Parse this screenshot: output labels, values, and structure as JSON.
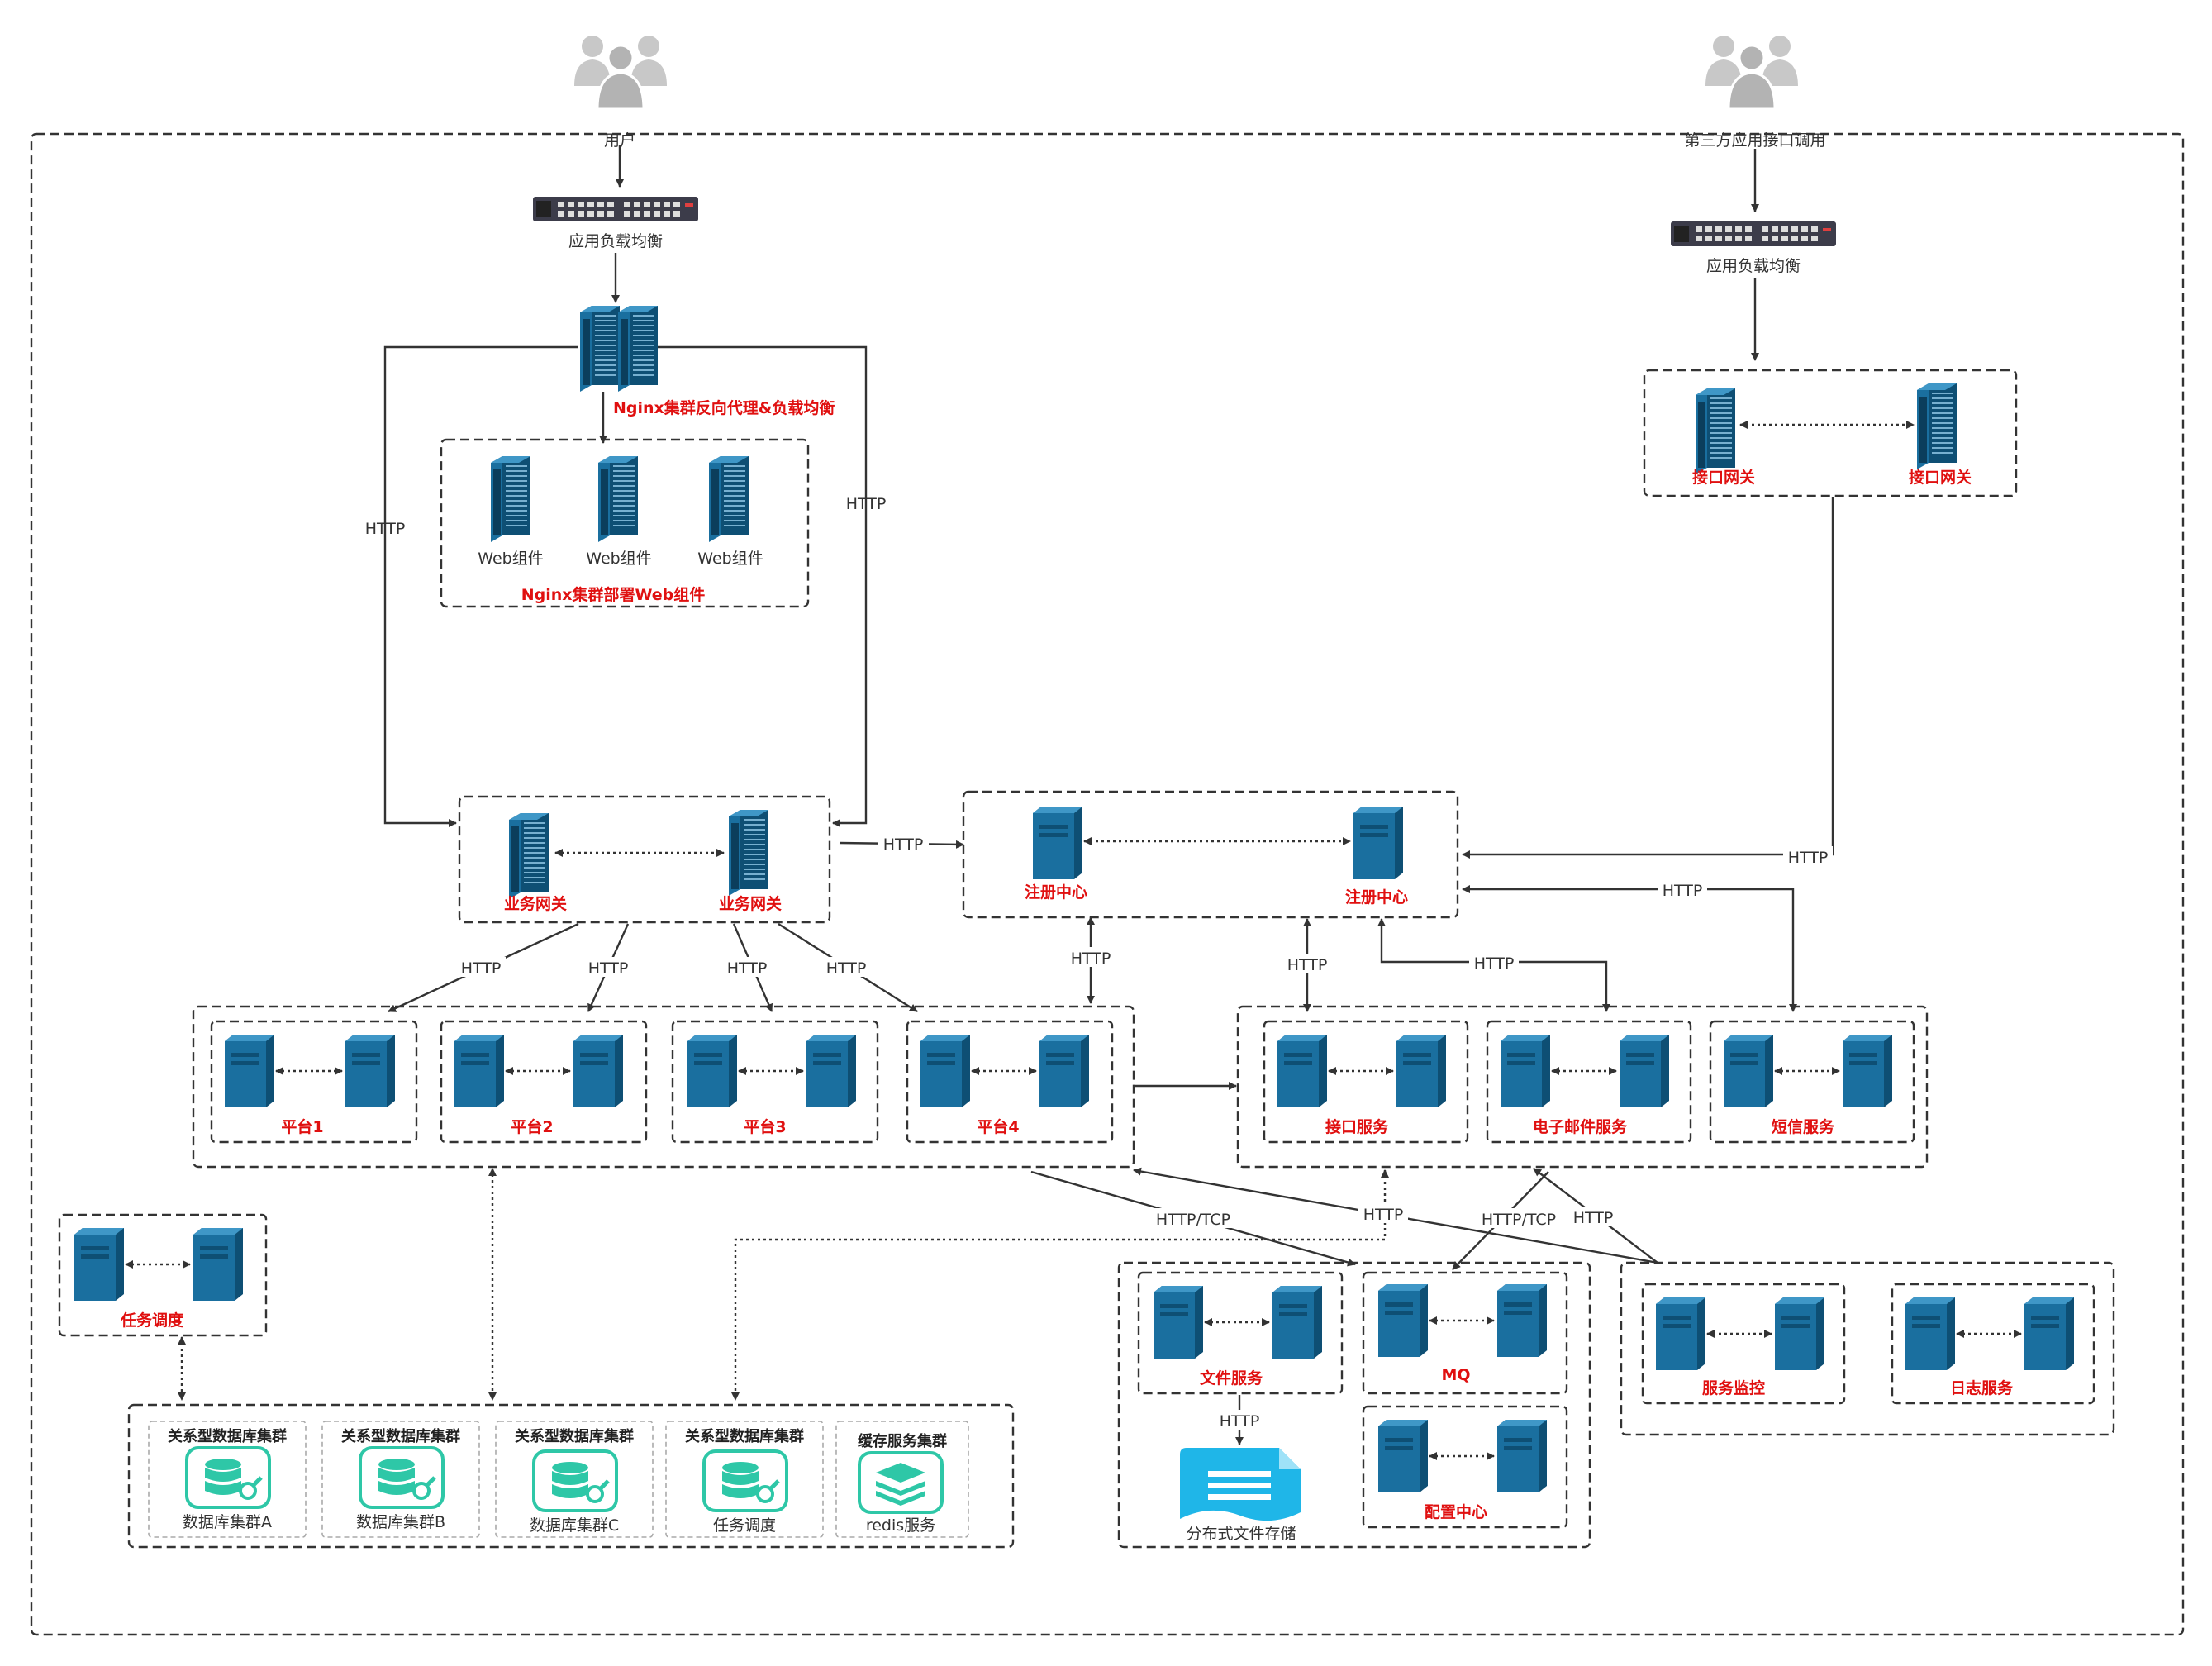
{
  "labels": {
    "user": "用户",
    "third_party": "第三方应用接口调用",
    "lb_left": "应用负载均衡",
    "lb_right": "应用负载均衡",
    "nginx_proxy": "Nginx集群反向代理&负载均衡",
    "web1": "Web组件",
    "web2": "Web组件",
    "web3": "Web组件",
    "nginx_web": "Nginx集群部署Web组件",
    "gw_api_1": "接口网关",
    "gw_api_2": "接口网关",
    "gw_biz_1": "业务网关",
    "gw_biz_2": "业务网关",
    "reg_1": "注册中心",
    "reg_2": "注册中心",
    "platform1": "平台1",
    "platform2": "平台2",
    "platform3": "平台3",
    "platform4": "平台4",
    "svc_interface": "接口服务",
    "svc_email": "电子邮件服务",
    "svc_sms": "短信服务",
    "task_schedule": "任务调度",
    "svc_file": "文件服务",
    "svc_mq": "MQ",
    "svc_config": "配置中心",
    "svc_monitor": "服务监控",
    "svc_log": "日志服务",
    "dfs": "分布式文件存储",
    "db_title_a": "关系型数据库集群",
    "db_title_b": "关系型数据库集群",
    "db_title_c": "关系型数据库集群",
    "db_title_d": "关系型数据库集群",
    "cache_title": "缓存服务集群",
    "db_a": "数据库集群A",
    "db_b": "数据库集群B",
    "db_c": "数据库集群C",
    "db_d": "任务调度",
    "redis": "redis服务"
  },
  "edges": {
    "http_left": "HTTP",
    "http_right": "HTTP",
    "http_gw_reg": "HTTP",
    "http_p1": "HTTP",
    "http_p2": "HTTP",
    "http_p3": "HTTP",
    "http_p4": "HTTP",
    "http_reg_platforms": "HTTP",
    "http_reg_services": "HTTP",
    "http_reg_email": "HTTP",
    "http_api_reg": "HTTP",
    "http_reg_sms": "HTTP",
    "http_tcp_1": "HTTP/TCP",
    "http_monitor_1": "HTTP",
    "http_tcp_2": "HTTP/TCP",
    "http_monitor_2": "HTTP",
    "http_file_dfs": "HTTP"
  },
  "colors": {
    "server_blue": "#1a6f9f",
    "server_dark": "#0e4f74",
    "label_red": "#e01010",
    "db_green": "#2ec7a7",
    "dfs_blue": "#1fb6e8",
    "user_gray": "#c8c8c8",
    "line": "#333333"
  }
}
